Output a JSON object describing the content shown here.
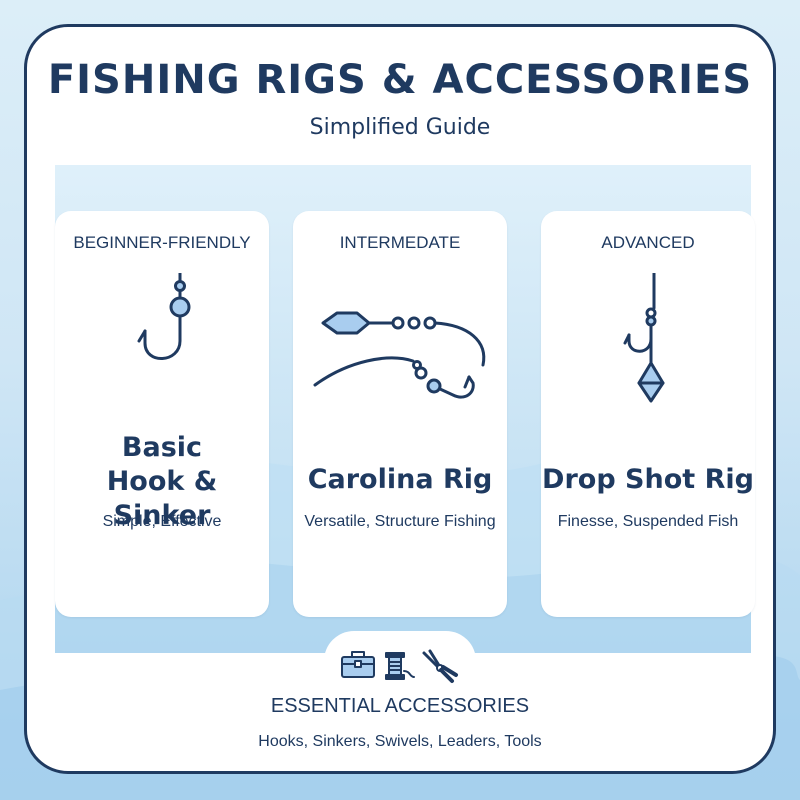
{
  "header": {
    "title": "FISHING RIGS & ACCESSORIES",
    "subtitle": "Simplified Guide"
  },
  "cards": [
    {
      "level": "BEGINNER-FRIENDLY",
      "name": "Basic\nHook & Sinker",
      "description": "Simple, Effective",
      "icon": "hook-sinker-icon"
    },
    {
      "level": "INTERMEDATE",
      "name": "Carolina Rig",
      "description": "Versatile, Structure Fishing",
      "icon": "carolina-rig-icon"
    },
    {
      "level": "ADVANCED",
      "name": "Drop Shot Rig",
      "description": "Finesse, Suspended Fish",
      "icon": "drop-shot-rig-icon"
    }
  ],
  "accessories": {
    "title": "ESSENTIAL ACCESSORIES",
    "list": "Hooks, Sinkers, Swivels, Leaders, Tools",
    "icons": [
      "tackle-box-icon",
      "line-spool-icon",
      "pliers-icon"
    ]
  },
  "colors": {
    "ink": "#1f3a60",
    "accent_fill": "#a9cdef",
    "card_bg": "#ffffff",
    "band_bg": "#cfe6f5"
  }
}
